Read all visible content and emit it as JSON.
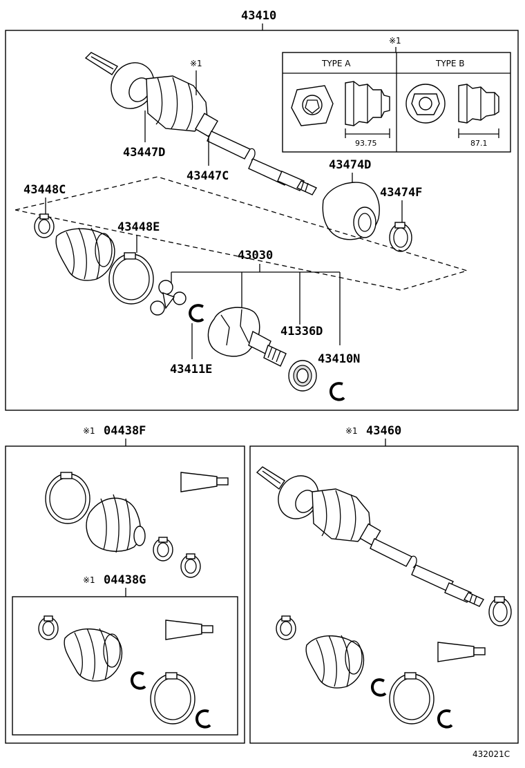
{
  "main_assembly": {
    "part_no": "43410",
    "labels": {
      "note_mark_shaft": "※1",
      "p43447D": "43447D",
      "p43447C": "43447C",
      "p43474D": "43474D",
      "p43474F": "43474F",
      "p43448C": "43448C",
      "p43448E": "43448E",
      "p43030": "43030",
      "p41336D": "41336D",
      "p43411E": "43411E",
      "p43410N": "43410N"
    },
    "type_inset": {
      "note_mark": "※1",
      "type_a": "TYPE A",
      "type_b": "TYPE B",
      "dim_a": "93.75",
      "dim_b": "87.1"
    }
  },
  "kit_left": {
    "mark": "※1",
    "part_no": "04438F",
    "sub_mark": "※1",
    "sub_part_no": "04438G"
  },
  "kit_right": {
    "mark": "※1",
    "part_no": "43460"
  },
  "figure_code": "432021C"
}
